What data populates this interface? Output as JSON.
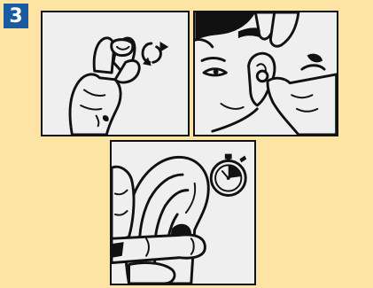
{
  "step": {
    "number": "3"
  },
  "panels": [
    {
      "name": "roll-earplug",
      "icon": "hand-rolling-earplug-icon"
    },
    {
      "name": "insert-earplug",
      "icon": "hand-inserting-earplug-icon"
    },
    {
      "name": "hold-earplug",
      "icon": "finger-holding-earplug-with-stopwatch-icon"
    }
  ],
  "colors": {
    "background": "#fde3a4",
    "badge": "#1a5aa0",
    "panel": "#efefef",
    "ink": "#111111"
  }
}
